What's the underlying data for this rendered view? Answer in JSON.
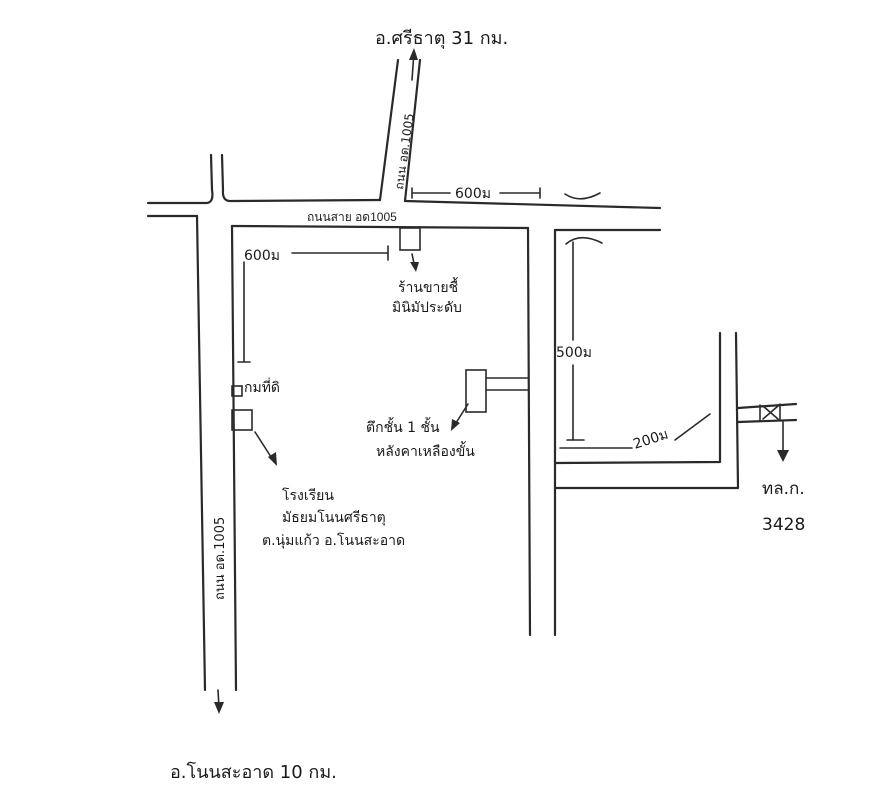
{
  "map": {
    "labels": {
      "top_destination": "อ.ศรีธาตุ 31 กม.",
      "bottom_destination": "อ.โนนสะอาด 10 กม.",
      "road_top_name": "ถนนสาย อด1005",
      "road_north_vertical": "ถนน อด.1005",
      "road_west_vertical": "ถนน อด.1005",
      "dist_top_right": "600ม",
      "dist_top_left": "600ม",
      "dist_vertical_right": "500ม",
      "dist_bottom_right": "200ม",
      "landmark_1_line1": "ร้านขายชื้",
      "landmark_1_line2": "มินิมัประดับ",
      "landmark_2": "กมที่ดิ",
      "landmark_3_line1": "โรงเรียน",
      "landmark_3_line2": "มัธยมโนนศรีธาตุ",
      "landmark_3_line3": "ต.นุ่มแก้ว อ.โนนสะอาด",
      "landmark_4_line1": "ตึกชั้น 1 ชั้น",
      "landmark_4_line2": "หลังคาเหลืองขั้น",
      "right_road_code_line1": "ทล.ก.",
      "right_road_code_line2": "3428"
    }
  }
}
